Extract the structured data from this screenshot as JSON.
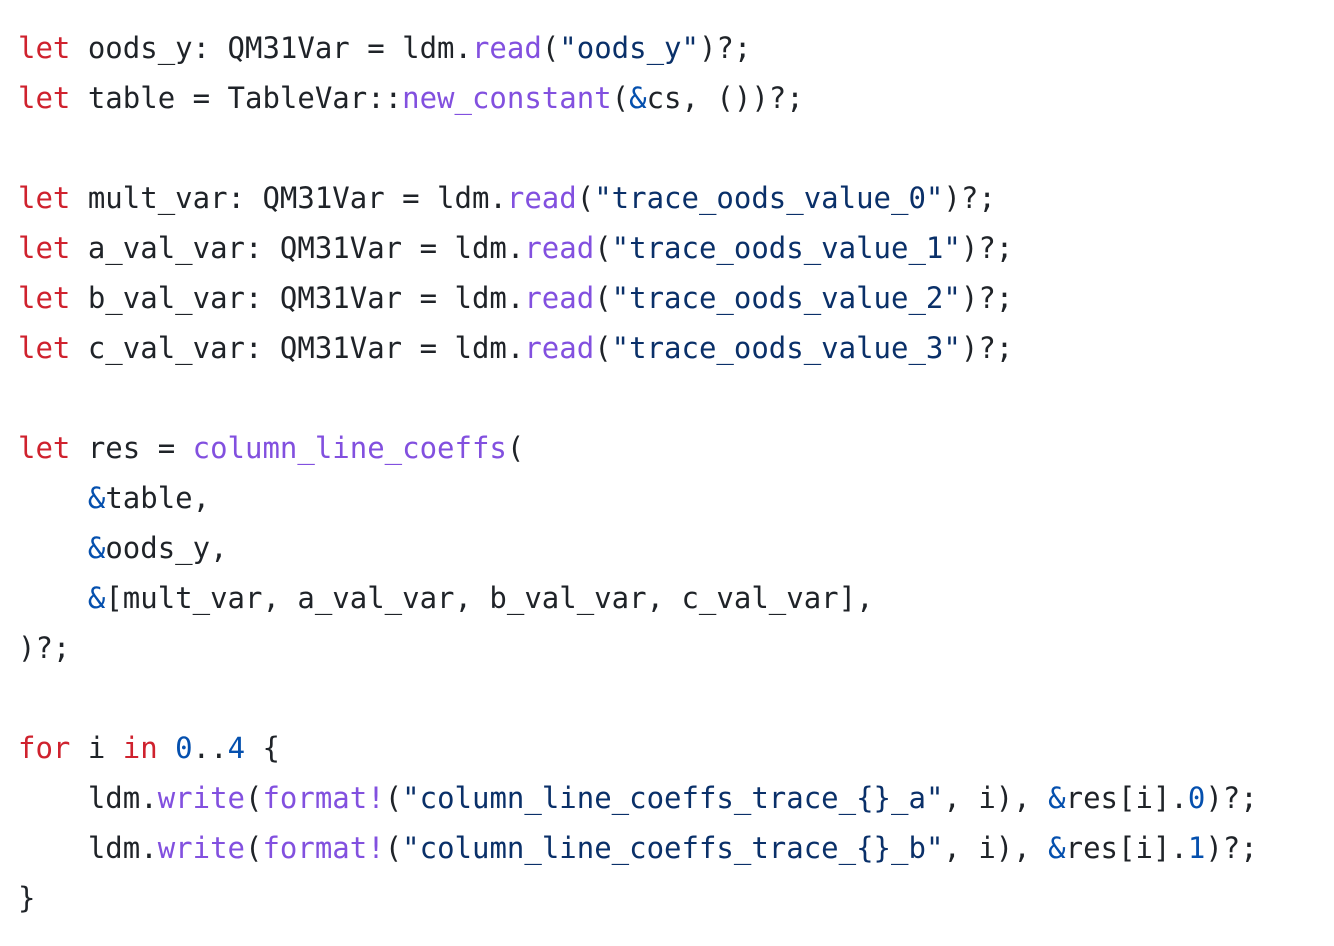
{
  "colors": {
    "background": "#ffffff",
    "text": "#1f2328",
    "keyword": "#cf222e",
    "function": "#8250df",
    "string": "#0a3069",
    "number": "#0550ae",
    "operator": "#0550ae"
  },
  "lines": [
    [
      {
        "t": "kw",
        "v": "let"
      },
      {
        "t": "plain",
        "v": " oods_y: QM31Var = ldm."
      },
      {
        "t": "fn",
        "v": "read"
      },
      {
        "t": "plain",
        "v": "("
      },
      {
        "t": "str",
        "v": "\"oods_y\""
      },
      {
        "t": "plain",
        "v": ")?;"
      }
    ],
    [
      {
        "t": "kw",
        "v": "let"
      },
      {
        "t": "plain",
        "v": " table = TableVar::"
      },
      {
        "t": "fn",
        "v": "new_constant"
      },
      {
        "t": "plain",
        "v": "("
      },
      {
        "t": "amp",
        "v": "&"
      },
      {
        "t": "plain",
        "v": "cs, ())?;"
      }
    ],
    [],
    [
      {
        "t": "kw",
        "v": "let"
      },
      {
        "t": "plain",
        "v": " mult_var: QM31Var = ldm."
      },
      {
        "t": "fn",
        "v": "read"
      },
      {
        "t": "plain",
        "v": "("
      },
      {
        "t": "str",
        "v": "\"trace_oods_value_0\""
      },
      {
        "t": "plain",
        "v": ")?;"
      }
    ],
    [
      {
        "t": "kw",
        "v": "let"
      },
      {
        "t": "plain",
        "v": " a_val_var: QM31Var = ldm."
      },
      {
        "t": "fn",
        "v": "read"
      },
      {
        "t": "plain",
        "v": "("
      },
      {
        "t": "str",
        "v": "\"trace_oods_value_1\""
      },
      {
        "t": "plain",
        "v": ")?;"
      }
    ],
    [
      {
        "t": "kw",
        "v": "let"
      },
      {
        "t": "plain",
        "v": " b_val_var: QM31Var = ldm."
      },
      {
        "t": "fn",
        "v": "read"
      },
      {
        "t": "plain",
        "v": "("
      },
      {
        "t": "str",
        "v": "\"trace_oods_value_2\""
      },
      {
        "t": "plain",
        "v": ")?;"
      }
    ],
    [
      {
        "t": "kw",
        "v": "let"
      },
      {
        "t": "plain",
        "v": " c_val_var: QM31Var = ldm."
      },
      {
        "t": "fn",
        "v": "read"
      },
      {
        "t": "plain",
        "v": "("
      },
      {
        "t": "str",
        "v": "\"trace_oods_value_3\""
      },
      {
        "t": "plain",
        "v": ")?;"
      }
    ],
    [],
    [
      {
        "t": "kw",
        "v": "let"
      },
      {
        "t": "plain",
        "v": " res = "
      },
      {
        "t": "fn",
        "v": "column_line_coeffs"
      },
      {
        "t": "plain",
        "v": "("
      }
    ],
    [
      {
        "t": "plain",
        "v": "    "
      },
      {
        "t": "amp",
        "v": "&"
      },
      {
        "t": "plain",
        "v": "table,"
      }
    ],
    [
      {
        "t": "plain",
        "v": "    "
      },
      {
        "t": "amp",
        "v": "&"
      },
      {
        "t": "plain",
        "v": "oods_y,"
      }
    ],
    [
      {
        "t": "plain",
        "v": "    "
      },
      {
        "t": "amp",
        "v": "&"
      },
      {
        "t": "plain",
        "v": "[mult_var, a_val_var, b_val_var, c_val_var],"
      }
    ],
    [
      {
        "t": "plain",
        "v": ")?;"
      }
    ],
    [],
    [
      {
        "t": "kw",
        "v": "for"
      },
      {
        "t": "plain",
        "v": " i "
      },
      {
        "t": "kw",
        "v": "in"
      },
      {
        "t": "plain",
        "v": " "
      },
      {
        "t": "num",
        "v": "0"
      },
      {
        "t": "plain",
        "v": ".."
      },
      {
        "t": "num",
        "v": "4"
      },
      {
        "t": "plain",
        "v": " {"
      }
    ],
    [
      {
        "t": "plain",
        "v": "    ldm."
      },
      {
        "t": "fn",
        "v": "write"
      },
      {
        "t": "plain",
        "v": "("
      },
      {
        "t": "fn",
        "v": "format!"
      },
      {
        "t": "plain",
        "v": "("
      },
      {
        "t": "str",
        "v": "\"column_line_coeffs_trace_{}_a\""
      },
      {
        "t": "plain",
        "v": ", i), "
      },
      {
        "t": "amp",
        "v": "&"
      },
      {
        "t": "plain",
        "v": "res[i]."
      },
      {
        "t": "num",
        "v": "0"
      },
      {
        "t": "plain",
        "v": ")?;"
      }
    ],
    [
      {
        "t": "plain",
        "v": "    ldm."
      },
      {
        "t": "fn",
        "v": "write"
      },
      {
        "t": "plain",
        "v": "("
      },
      {
        "t": "fn",
        "v": "format!"
      },
      {
        "t": "plain",
        "v": "("
      },
      {
        "t": "str",
        "v": "\"column_line_coeffs_trace_{}_b\""
      },
      {
        "t": "plain",
        "v": ", i), "
      },
      {
        "t": "amp",
        "v": "&"
      },
      {
        "t": "plain",
        "v": "res[i]."
      },
      {
        "t": "num",
        "v": "1"
      },
      {
        "t": "plain",
        "v": ")?;"
      }
    ],
    [
      {
        "t": "plain",
        "v": "}"
      }
    ]
  ]
}
